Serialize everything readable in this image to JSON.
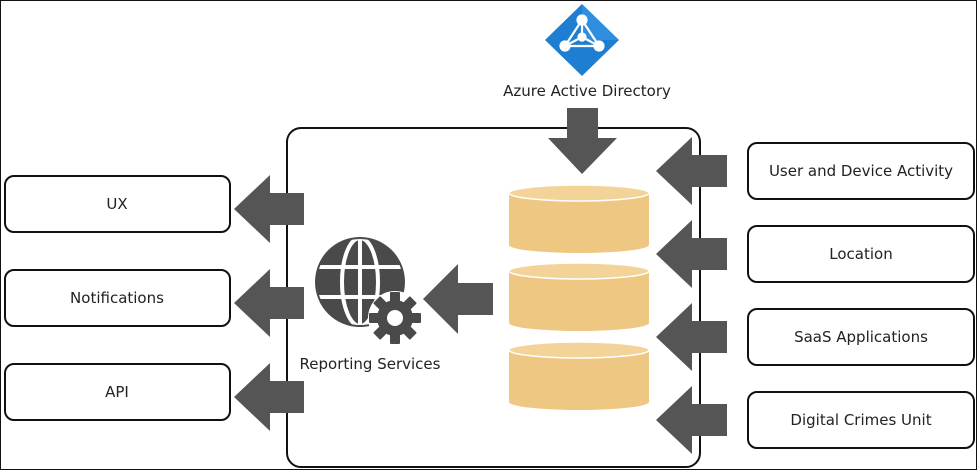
{
  "colors": {
    "arrow": "#555555",
    "box_border": "#111111",
    "database_fill": "#EEC882",
    "database_rim": "#D7A95E",
    "azure_blue": "#1E7FD2",
    "icon_dark": "#4A4A4A"
  },
  "top": {
    "label": "Azure Active Directory",
    "icon": "azure-ad-icon"
  },
  "center": {
    "label": "Reporting Services",
    "icon": "globe-gear-icon",
    "database_icon": "database-icon"
  },
  "outputs": [
    {
      "label": "UX"
    },
    {
      "label": "Notifications"
    },
    {
      "label": "API"
    }
  ],
  "inputs": [
    {
      "label": "User and Device Activity"
    },
    {
      "label": "Location"
    },
    {
      "label": "SaaS Applications"
    },
    {
      "label": "Digital Crimes Unit"
    }
  ]
}
